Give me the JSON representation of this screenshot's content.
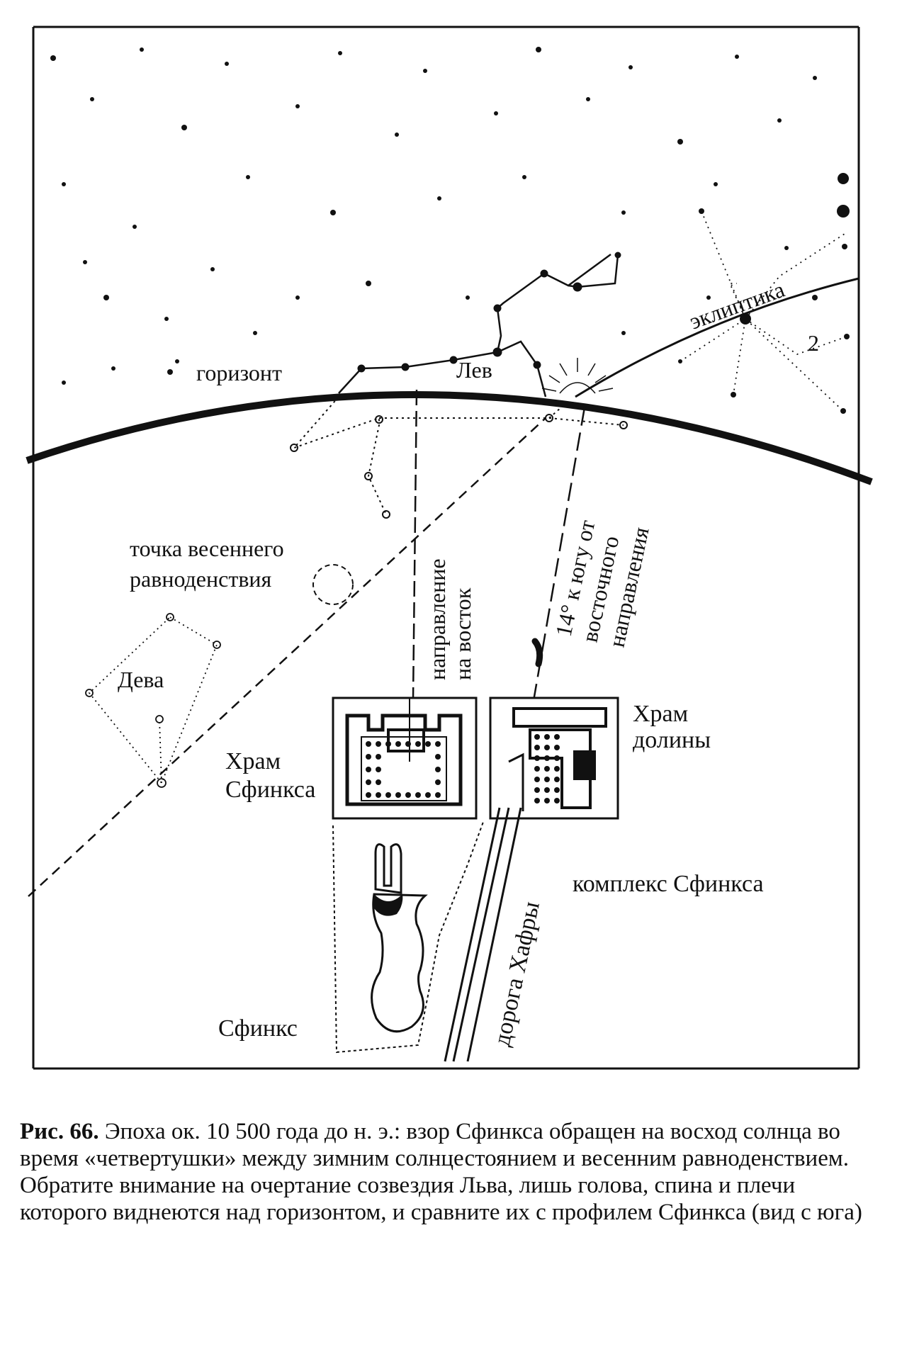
{
  "figure": {
    "labels": {
      "horizon": "горизонт",
      "leo": "Лев",
      "ecliptic": "эклиптика",
      "mark": "2",
      "vernal_point_1": "точка весеннего",
      "vernal_point_2": "равноденствия",
      "virgo": "Дева",
      "east_1": "направление",
      "east_2": "на восток",
      "south14_1": "14° к югу от",
      "south14_2": "восточного",
      "south14_3": "направления",
      "sphinx_temple_1": "Храм",
      "sphinx_temple_2": "Сфинкса",
      "valley_temple_1": "Храм",
      "valley_temple_2": "долины",
      "complex": "комплекс Сфинкса",
      "causeway": "дорога Хафры",
      "sphinx": "Сфинкс"
    },
    "colors": {
      "ink": "#111111",
      "paper": "#ffffff"
    }
  },
  "caption": {
    "label": "Рис. 66.",
    "text": " Эпоха ок. 10 500 года до н. э.: взор Сфинкса обращен на восход солнца во время «четвертушки» между зимним солнцестоянием и весенним равноденствием. Обратите внимание на очертание созвездия Льва, лишь голова, спина и плечи которого виднеются над горизонтом, и сравните их с профилем Сфинкса (вид с юга)"
  }
}
